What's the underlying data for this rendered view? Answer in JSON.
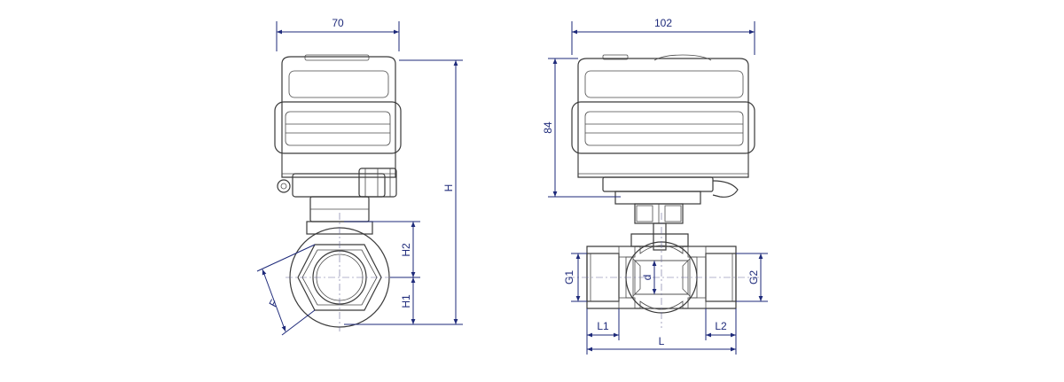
{
  "colors": {
    "outline": "#3a3a3a",
    "dimension": "#1e2a7a",
    "background": "#ffffff"
  },
  "side_view": {
    "width_label": "70",
    "height_label": "H",
    "h1_label": "H1",
    "h2_label": "H2",
    "hex_label": "F"
  },
  "front_view": {
    "width_label": "102",
    "actuator_height_label": "84",
    "g1_label": "G1",
    "g2_label": "G2",
    "bore_label": "d",
    "l1_label": "L1",
    "l2_label": "L2",
    "length_label": "L"
  }
}
